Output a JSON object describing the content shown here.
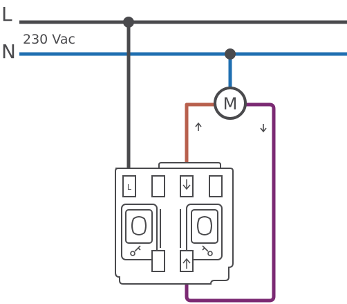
{
  "labels": {
    "line": "L",
    "neutral": "N",
    "voltage": "230 Vac",
    "motor": "M",
    "terminal_l": "L"
  },
  "colors": {
    "line_wire": "#4a4a4d",
    "neutral_wire": "#1f6fb1",
    "up_wire": "#b8604d",
    "down_wire": "#7b2a73",
    "outline": "#4a4a4d"
  },
  "icons": {
    "up_arrow": "up-arrow-icon",
    "down_arrow": "down-arrow-icon",
    "key_left": "key-icon",
    "key_right": "key-icon"
  }
}
